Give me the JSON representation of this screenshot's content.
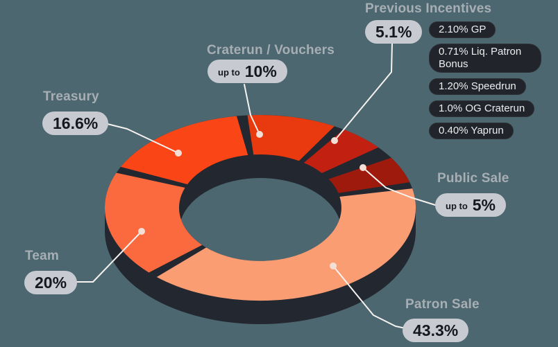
{
  "ui_colors": {
    "background": "#4C6770",
    "chart_walls_dark": "#232730",
    "value_pill_bg": "#C7CBD1",
    "value_pill_text": "#15181E",
    "section_title": "#A7AEB4",
    "breakdown_pill_bg": "#21252B",
    "breakdown_pill_text": "#ECEDEF",
    "leader_line": "#F6F3F1",
    "leader_dot": "#F3DFD6"
  },
  "chart_data": {
    "type": "pie",
    "subtype": "3d-donut",
    "title": "",
    "legend_position": "around",
    "segments": [
      {
        "id": "public_sale",
        "label": "Public Sale",
        "value": 5,
        "display": "up to 5%",
        "color": "#9E1A0C"
      },
      {
        "id": "previous_incentives",
        "label": "Previous Incentives",
        "value": 5.1,
        "display": "5.1%",
        "color": "#C22112"
      },
      {
        "id": "craterun",
        "label": "Craterun / Vouchers",
        "value": 10,
        "display": "up to 10%",
        "color": "#E8390F"
      },
      {
        "id": "treasury",
        "label": "Treasury",
        "value": 16.6,
        "display": "16.6%",
        "color": "#FA4616"
      },
      {
        "id": "team",
        "label": "Team",
        "value": 20,
        "display": "20%",
        "color": "#FA6A3E"
      },
      {
        "id": "patron_sale",
        "label": "Patron Sale",
        "value": 43.3,
        "display": "43.3%",
        "color": "#FB9D73"
      }
    ]
  },
  "labels": {
    "previous_incentives": {
      "title": "Previous Incentives",
      "value": "5.1%",
      "items": [
        "2.10% GP",
        "0.71% Liq. Patron Bonus",
        "1.20% Speedrun",
        "1.0% OG Craterun",
        "0.40% Yaprun"
      ]
    },
    "craterun": {
      "title": "Craterun / Vouchers",
      "prefix": "up to",
      "value": "10%"
    },
    "treasury": {
      "title": "Treasury",
      "value": "16.6%"
    },
    "team": {
      "title": "Team",
      "value": "20%"
    },
    "public_sale": {
      "title": "Public Sale",
      "prefix": "up to",
      "value": "5%"
    },
    "patron_sale": {
      "title": "Patron Sale",
      "value": "43.3%"
    }
  }
}
